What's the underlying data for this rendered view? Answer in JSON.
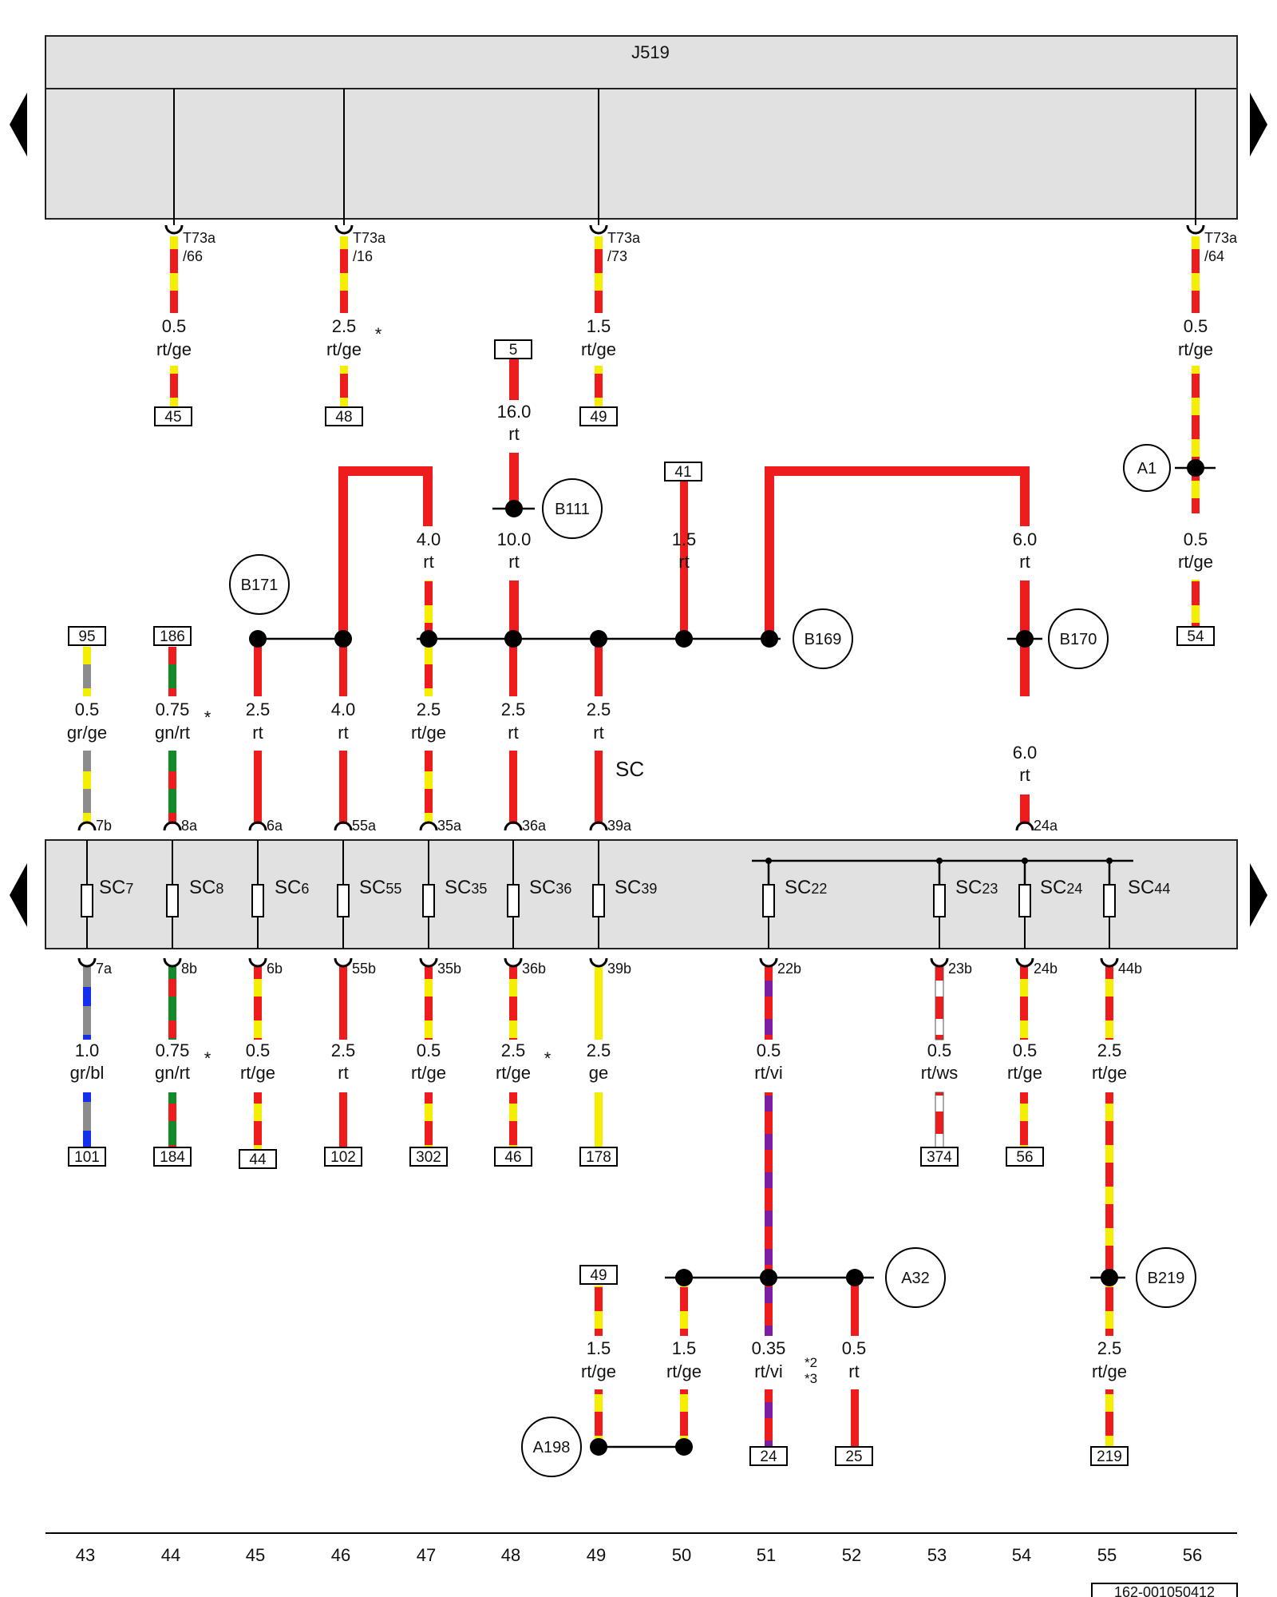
{
  "header": {
    "title": "J519"
  },
  "colors": {
    "rt": "#ee1c1c",
    "ge": "#f5ee00",
    "gr": "#8c8c8c",
    "bl": "#1430e8",
    "gn": "#128a2a",
    "vi": "#7a1fa0",
    "ws": "#ffffff",
    "panel": "#e1e1e1"
  },
  "sc_label": "SC",
  "doc_id": "162-001050412",
  "top_pins": [
    {
      "name": "T73a",
      "pin": "/66"
    },
    {
      "name": "T73a",
      "pin": "/16"
    },
    {
      "name": "T73a",
      "pin": "/73"
    },
    {
      "name": "T73a",
      "pin": "/64"
    }
  ],
  "fuses": [
    {
      "label": "SC",
      "num": "7",
      "pin_in": "7b",
      "pin_out": "7a"
    },
    {
      "label": "SC",
      "num": "8",
      "pin_in": "8a",
      "pin_out": "8b"
    },
    {
      "label": "SC",
      "num": "6",
      "pin_in": "6a",
      "pin_out": "6b"
    },
    {
      "label": "SC",
      "num": "55",
      "pin_in": "55a",
      "pin_out": "55b"
    },
    {
      "label": "SC",
      "num": "35",
      "pin_in": "35a",
      "pin_out": "35b"
    },
    {
      "label": "SC",
      "num": "36",
      "pin_in": "36a",
      "pin_out": "36b"
    },
    {
      "label": "SC",
      "num": "39",
      "pin_in": "39a",
      "pin_out": "39b"
    },
    {
      "label": "SC",
      "num": "22",
      "pin_out": "22b"
    },
    {
      "label": "SC",
      "num": "23",
      "pin_out": "23b"
    },
    {
      "label": "SC",
      "num": "24",
      "pin_in": "24a",
      "pin_out": "24b"
    },
    {
      "label": "SC",
      "num": "44",
      "pin_out": "44b"
    }
  ],
  "wires": [
    {
      "size": "0.5",
      "color": "rt/ge"
    },
    {
      "size": "2.5",
      "color": "rt/ge",
      "mark": "*"
    },
    {
      "size": "16.0",
      "color": "rt"
    },
    {
      "size": "1.5",
      "color": "rt/ge"
    },
    {
      "size": "0.5",
      "color": "rt/ge"
    },
    {
      "size": "4.0",
      "color": "rt"
    },
    {
      "size": "10.0",
      "color": "rt"
    },
    {
      "size": "1.5",
      "color": "rt"
    },
    {
      "size": "6.0",
      "color": "rt"
    },
    {
      "size": "0.5",
      "color": "rt/ge"
    },
    {
      "size": "0.5",
      "color": "gr/ge"
    },
    {
      "size": "0.75",
      "color": "gn/rt",
      "mark": "*"
    },
    {
      "size": "2.5",
      "color": "rt"
    },
    {
      "size": "4.0",
      "color": "rt"
    },
    {
      "size": "2.5",
      "color": "rt/ge"
    },
    {
      "size": "2.5",
      "color": "rt"
    },
    {
      "size": "2.5",
      "color": "rt"
    },
    {
      "size": "6.0",
      "color": "rt"
    },
    {
      "size": "1.0",
      "color": "gr/bl"
    },
    {
      "size": "0.75",
      "color": "gn/rt",
      "mark": "*"
    },
    {
      "size": "0.5",
      "color": "rt/ge"
    },
    {
      "size": "2.5",
      "color": "rt"
    },
    {
      "size": "0.5",
      "color": "rt/ge"
    },
    {
      "size": "2.5",
      "color": "rt/ge",
      "mark": "*"
    },
    {
      "size": "2.5",
      "color": "ge"
    },
    {
      "size": "0.5",
      "color": "rt/vi"
    },
    {
      "size": "0.5",
      "color": "rt/ws"
    },
    {
      "size": "0.5",
      "color": "rt/ge"
    },
    {
      "size": "2.5",
      "color": "rt/ge"
    },
    {
      "size": "1.5",
      "color": "rt/ge"
    },
    {
      "size": "1.5",
      "color": "rt/ge"
    },
    {
      "size": "0.35",
      "color": "rt/vi"
    },
    {
      "size": "0.5",
      "color": "rt"
    },
    {
      "size": "2.5",
      "color": "rt/ge"
    }
  ],
  "notes": {
    "footnote": "*2\n*3"
  },
  "refs": [
    "45",
    "48",
    "5",
    "49",
    "41",
    "95",
    "186",
    "54",
    "101",
    "184",
    "44",
    "102",
    "302",
    "46",
    "178",
    "374",
    "56",
    "49",
    "24",
    "25",
    "219"
  ],
  "nodes": [
    "B111",
    "A1",
    "B171",
    "B169",
    "B170",
    "A32",
    "B219",
    "A198"
  ],
  "columns": [
    "43",
    "44",
    "45",
    "46",
    "47",
    "48",
    "49",
    "50",
    "51",
    "52",
    "53",
    "54",
    "55",
    "56"
  ]
}
